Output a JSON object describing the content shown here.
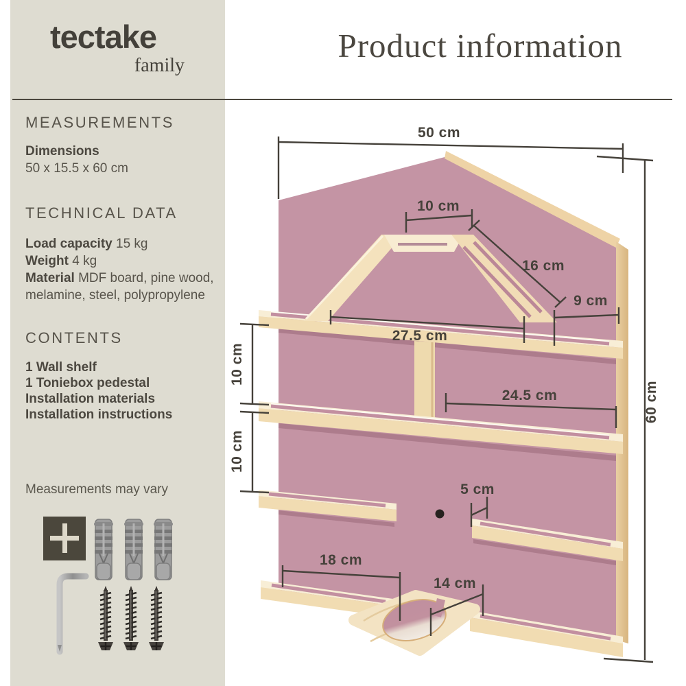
{
  "brand": {
    "name": "tectake",
    "sub": "family"
  },
  "title": "Product information",
  "sidebar": {
    "measurements": {
      "heading": "MEASUREMENTS",
      "dimensions_label": "Dimensions",
      "dimensions_value": "50 x 15.5 x 60 cm"
    },
    "technical": {
      "heading": "TECHNICAL DATA",
      "rows": [
        {
          "label": "Load capacity",
          "value": "15 kg"
        },
        {
          "label": "Weight",
          "value": "4 kg"
        },
        {
          "label": "Material",
          "value": "MDF board, pine wood, melamine, steel, polypropylene"
        }
      ]
    },
    "contents": {
      "heading": "CONTENTS",
      "items": [
        "1 Wall shelf",
        "1 Toniebox pedestal",
        "Installation materials",
        "Installation instructions"
      ]
    },
    "note": "Measurements may vary",
    "hardware_icons": [
      "plus-icon",
      "wall-plug-icon",
      "allen-key-icon",
      "screw-icon"
    ],
    "hardware_counts": {
      "wall_plugs": 3,
      "screws": 3
    }
  },
  "diagram": {
    "dims": {
      "top_width": "50 cm",
      "roof_top": "10 cm",
      "roof_slope": "16 cm",
      "roof_right": "9 cm",
      "upper_shelf": "27.5 cm",
      "gap_upper": "10 cm",
      "middle_shelf": "24.5 cm",
      "gap_lower": "10 cm",
      "shelf_depth": "5 cm",
      "bottom_left_shelf": "18 cm",
      "pedestal_width": "14 cm",
      "side_height": "60 cm"
    },
    "colors": {
      "board_pink": "#c494a4",
      "wood_light": "#f6e9c8",
      "wood_mid": "#f1dcb2",
      "wood_edge": "#e5c493",
      "line": "#45413a",
      "sidebar_bg": "#dedcd1",
      "text": "#4c4840"
    }
  }
}
